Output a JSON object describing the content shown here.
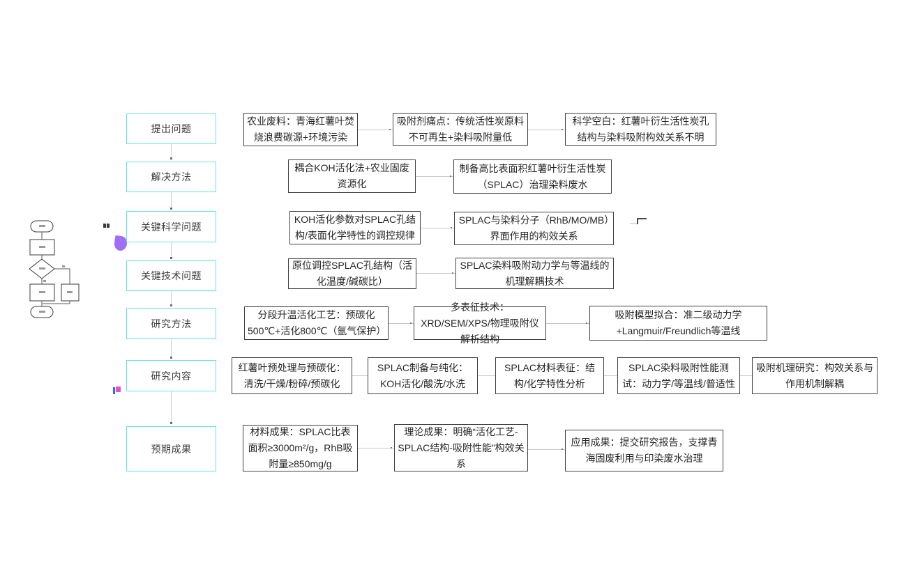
{
  "colors": {
    "stage_border": "#63e2e7",
    "detail_border": "#3f3f3f",
    "connector": "#c8c8c8",
    "collab_cursor_purple": "#a06ef6",
    "badge_blue": "#2f6bf0",
    "badge_pink": "#e14fd6"
  },
  "mini_flowchart": {
    "icon_nodes": [
      "start-terminator",
      "process-box",
      "decision-diamond",
      "branch-left-box",
      "branch-right-box",
      "end-terminator"
    ]
  },
  "rows": [
    {
      "stage": "提出问题",
      "details": [
        {
          "text": "农业废料：青海红薯叶焚烧浪费碳源+环境污染"
        },
        {
          "text": "吸附剂痛点：传统活性炭原料不可再生+染料吸附量低"
        },
        {
          "text": "科学空白：红薯叶衍生活性炭孔结构与染料吸附构效关系不明"
        }
      ]
    },
    {
      "stage": "解决方法",
      "details": [
        {
          "text": "耦合KOH活化法+农业固废资源化"
        },
        {
          "text": "制备高比表面积红薯叶衍生活性炭（SPLAC）治理染料废水"
        }
      ]
    },
    {
      "stage": "关键科学问题",
      "details": [
        {
          "text": "KOH活化参数对SPLAC孔结构/表面化学特性的调控规律"
        },
        {
          "text": "SPLAC与染料分子（RhB/MO/MB）界面作用的构效关系"
        }
      ]
    },
    {
      "stage": "关键技术问题",
      "details": [
        {
          "text": "原位调控SPLAC孔结构（活化温度/碱碳比）"
        },
        {
          "text": "SPLAC染料吸附动力学与等温线的机理解耦技术"
        }
      ]
    },
    {
      "stage": "研究方法",
      "details": [
        {
          "text": "分段升温活化工艺：预碳化500℃+活化800℃（氩气保护）"
        },
        {
          "text": "多表征技术：XRD/SEM/XPS/物理吸附仪解析结构"
        },
        {
          "text": "吸附模型拟合：准二级动力学+Langmuir/Freundlich等温线"
        }
      ]
    },
    {
      "stage": "研究内容",
      "details": [
        {
          "text": "红薯叶预处理与预碳化：清洗/干燥/粉碎/预碳化"
        },
        {
          "text": "SPLAC制备与纯化：KOH活化/酸洗/水洗"
        },
        {
          "text": "SPLAC材料表征：结构/化学特性分析"
        },
        {
          "text": "SPLAC染料吸附性能测试：动力学/等温线/普适性"
        },
        {
          "text": "吸附机理研究：构效关系与作用机制解耦"
        }
      ]
    },
    {
      "stage": "预期成果",
      "details": [
        {
          "text": "材料成果：SPLAC比表面积≥3000m²/g，RhB吸附量≥850mg/g"
        },
        {
          "text": "理论成果：明确“活化工艺-SPLAC结构-吸附性能”构效关系"
        },
        {
          "text": "应用成果：提交研究报告，支撑青海固废利用与印染废水治理"
        }
      ]
    }
  ]
}
